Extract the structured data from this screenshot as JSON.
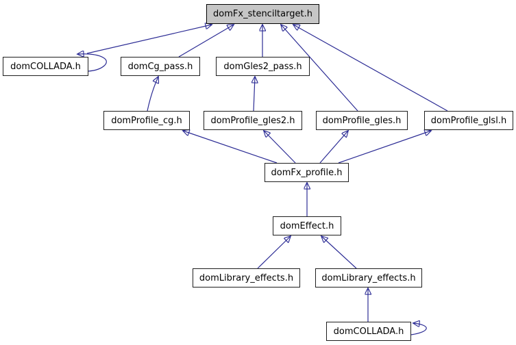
{
  "graph": {
    "title": "domFx_stenciltarget.h include dependency graph",
    "colors": {
      "background": "#ffffff",
      "edge": "#2b2b94",
      "node_fill": "#ffffff",
      "node_border": "#1d1d1d",
      "highlight_fill": "#c6c6c6",
      "text": "#000000"
    },
    "nodes": [
      {
        "id": "stenciltarget",
        "label": "domFx_stenciltarget.h",
        "highlighted": true
      },
      {
        "id": "collada_top",
        "label": "domCOLLADA.h",
        "highlighted": false,
        "self_loop": true
      },
      {
        "id": "cg_pass",
        "label": "domCg_pass.h",
        "highlighted": false
      },
      {
        "id": "gles2_pass",
        "label": "domGles2_pass.h",
        "highlighted": false
      },
      {
        "id": "profile_cg",
        "label": "domProfile_cg.h",
        "highlighted": false
      },
      {
        "id": "profile_gles2",
        "label": "domProfile_gles2.h",
        "highlighted": false
      },
      {
        "id": "profile_gles",
        "label": "domProfile_gles.h",
        "highlighted": false
      },
      {
        "id": "profile_glsl",
        "label": "domProfile_glsl.h",
        "highlighted": false
      },
      {
        "id": "fx_profile",
        "label": "domFx_profile.h",
        "highlighted": false
      },
      {
        "id": "effect",
        "label": "domEffect.h",
        "highlighted": false
      },
      {
        "id": "library_effects_left",
        "label": "domLibrary_effects.h",
        "highlighted": false
      },
      {
        "id": "library_effects_right",
        "label": "domLibrary_effects.h",
        "highlighted": false
      },
      {
        "id": "collada_bottom",
        "label": "domCOLLADA.h",
        "highlighted": false,
        "self_loop": true
      }
    ],
    "edges": [
      {
        "from": "collada_top",
        "to": "stenciltarget"
      },
      {
        "from": "cg_pass",
        "to": "stenciltarget"
      },
      {
        "from": "gles2_pass",
        "to": "stenciltarget"
      },
      {
        "from": "profile_gles",
        "to": "stenciltarget"
      },
      {
        "from": "profile_glsl",
        "to": "stenciltarget"
      },
      {
        "from": "profile_cg",
        "to": "cg_pass"
      },
      {
        "from": "profile_gles2",
        "to": "gles2_pass"
      },
      {
        "from": "fx_profile",
        "to": "profile_cg"
      },
      {
        "from": "fx_profile",
        "to": "profile_gles2"
      },
      {
        "from": "fx_profile",
        "to": "profile_gles"
      },
      {
        "from": "fx_profile",
        "to": "profile_glsl"
      },
      {
        "from": "effect",
        "to": "fx_profile"
      },
      {
        "from": "library_effects_left",
        "to": "effect"
      },
      {
        "from": "library_effects_right",
        "to": "effect"
      },
      {
        "from": "collada_bottom",
        "to": "library_effects_right"
      },
      {
        "from": "collada_top",
        "to": "collada_top"
      },
      {
        "from": "collada_bottom",
        "to": "collada_bottom"
      }
    ]
  }
}
